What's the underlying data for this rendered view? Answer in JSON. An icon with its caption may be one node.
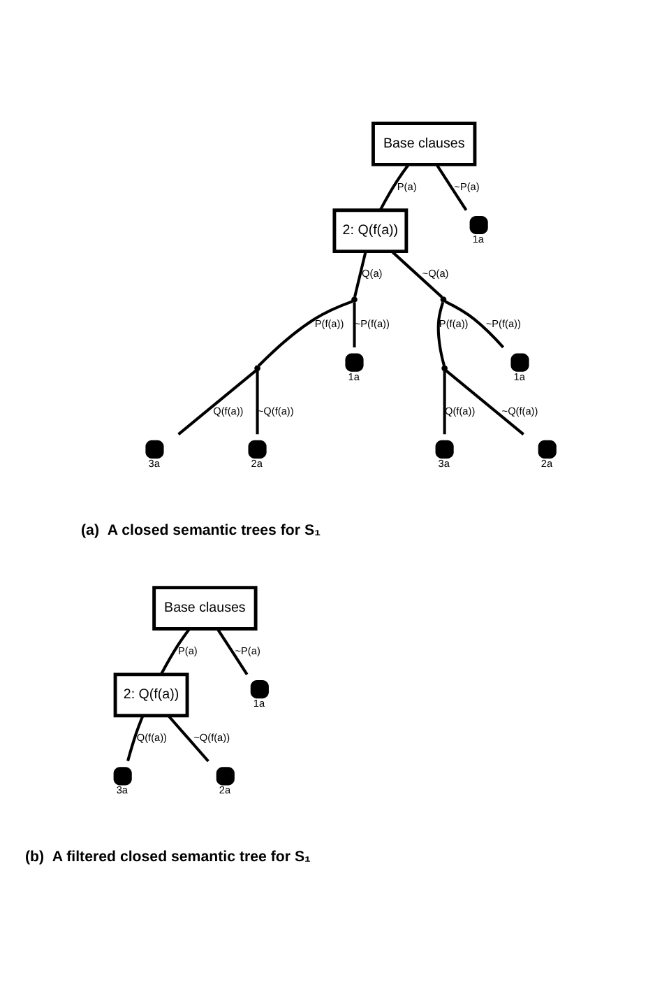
{
  "diagram": {
    "nodes": [
      {
        "text": [
          "Base clauses"
        ]
      },
      {
        "text": [
          "2: Q(f(a))"
        ]
      },
      {
        "text": [],
        "shape": "circle",
        "beside": [
          "1a"
        ]
      },
      {
        "text": [],
        "shape": "point"
      },
      {
        "text": [],
        "shape": "point"
      },
      {
        "text": [],
        "shape": "point"
      },
      {
        "text": [],
        "shape": "circle",
        "beside": [
          "1a"
        ]
      },
      {
        "text": [],
        "shape": "point"
      },
      {
        "text": [],
        "shape": "circle",
        "beside": [
          "1a"
        ]
      },
      {
        "text": [],
        "shape": "circle",
        "beside": [
          "3a"
        ]
      },
      {
        "text": [],
        "shape": "circle",
        "beside": [
          "2a"
        ]
      },
      {
        "text": [],
        "shape": "circle",
        "beside": [
          "3a"
        ]
      },
      {
        "text": [],
        "shape": "circle",
        "beside": [
          "2a"
        ]
      },
      {
        "text": [
          "Base clauses"
        ]
      },
      {
        "text": [
          "2: Q(f(a))"
        ]
      },
      {
        "text": [],
        "shape": "circle",
        "beside": [
          "1a"
        ]
      },
      {
        "text": [],
        "shape": "circle",
        "beside": [
          "3a"
        ]
      },
      {
        "text": [],
        "shape": "circle",
        "beside": [
          "2a"
        ]
      }
    ],
    "edges": [
      {
        "from": 0,
        "to": 1,
        "arrow": "none",
        "label": "P(a)"
      },
      {
        "from": 0,
        "to": 2,
        "arrow": "none",
        "label": "~P(a)"
      },
      {
        "from": 1,
        "to": 3,
        "arrow": "none",
        "label": "Q(a)"
      },
      {
        "from": 1,
        "to": 4,
        "arrow": "none",
        "label": "~Q(a)"
      },
      {
        "from": 3,
        "to": 5,
        "arrow": "none",
        "label": "P(f(a))"
      },
      {
        "from": 3,
        "to": 6,
        "arrow": "none",
        "label": "~P(f(a))"
      },
      {
        "from": 4,
        "to": 7,
        "arrow": "none",
        "label": "P(f(a))"
      },
      {
        "from": 4,
        "to": 8,
        "arrow": "none",
        "label": "~P(f(a))"
      },
      {
        "from": 5,
        "to": 9,
        "arrow": "none",
        "label": "Q(f(a))"
      },
      {
        "from": 5,
        "to": 10,
        "arrow": "none",
        "label": "~Q(f(a))"
      },
      {
        "from": 7,
        "to": 11,
        "arrow": "none",
        "label": "Q(f(a))"
      },
      {
        "from": 7,
        "to": 12,
        "arrow": "none",
        "label": "~Q(f(a))"
      },
      {
        "from": 13,
        "to": 14,
        "arrow": "none",
        "label": "P(a)"
      },
      {
        "from": 13,
        "to": 15,
        "arrow": "none",
        "label": "~P(a)"
      },
      {
        "from": 14,
        "to": 16,
        "arrow": "none",
        "label": "Q(f(a))"
      },
      {
        "from": 14,
        "to": 17,
        "arrow": "none",
        "label": "~Q(f(a))"
      }
    ],
    "labels": [
      "(a)  A closed semantic trees for S₁",
      "(b)  A filtered closed semantic tree for S₁"
    ]
  }
}
